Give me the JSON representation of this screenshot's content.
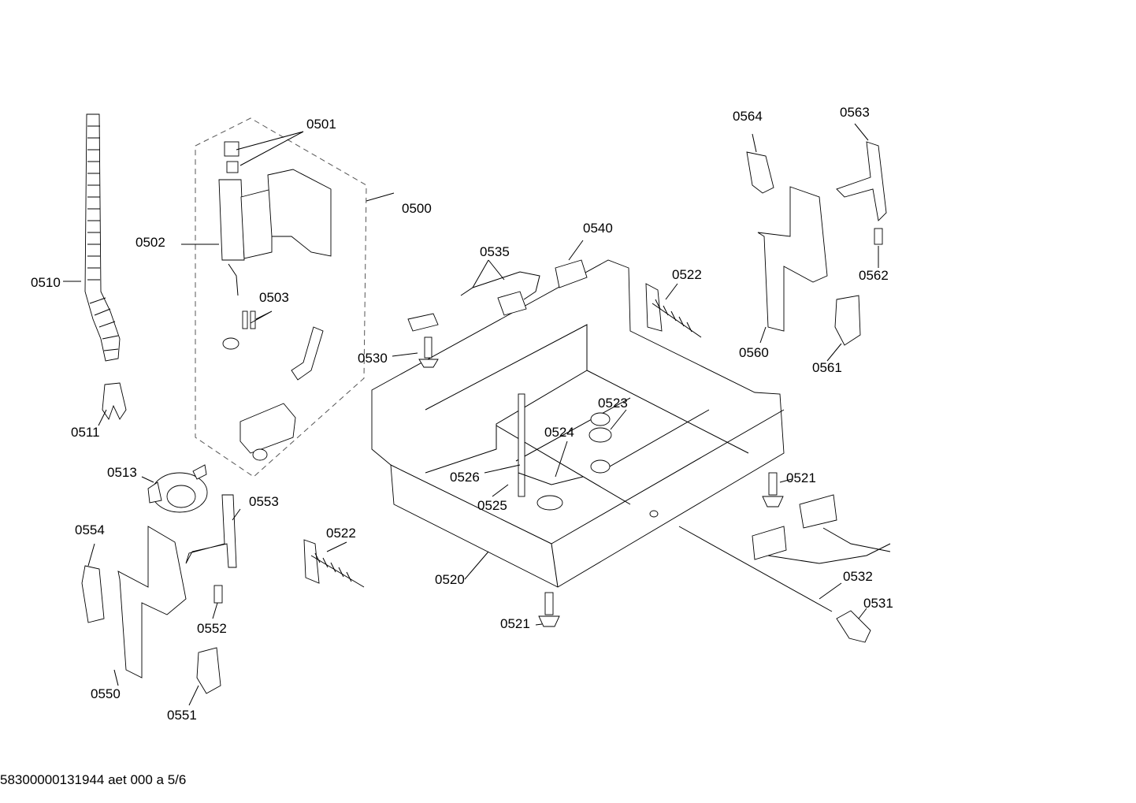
{
  "footer": "58300000131944 aet 000 a 5/6",
  "callouts": {
    "c0500": "0500",
    "c0501": "0501",
    "c0502": "0502",
    "c0503": "0503",
    "c0510": "0510",
    "c0511": "0511",
    "c0513": "0513",
    "c0520": "0520",
    "c0521a": "0521",
    "c0521b": "0521",
    "c0522a": "0522",
    "c0522b": "0522",
    "c0523": "0523",
    "c0524": "0524",
    "c0525": "0525",
    "c0526": "0526",
    "c0530": "0530",
    "c0531": "0531",
    "c0532": "0532",
    "c0535": "0535",
    "c0540": "0540",
    "c0550": "0550",
    "c0551": "0551",
    "c0552": "0552",
    "c0553": "0553",
    "c0554": "0554",
    "c0560": "0560",
    "c0561": "0561",
    "c0562": "0562",
    "c0563": "0563",
    "c0564": "0564"
  }
}
